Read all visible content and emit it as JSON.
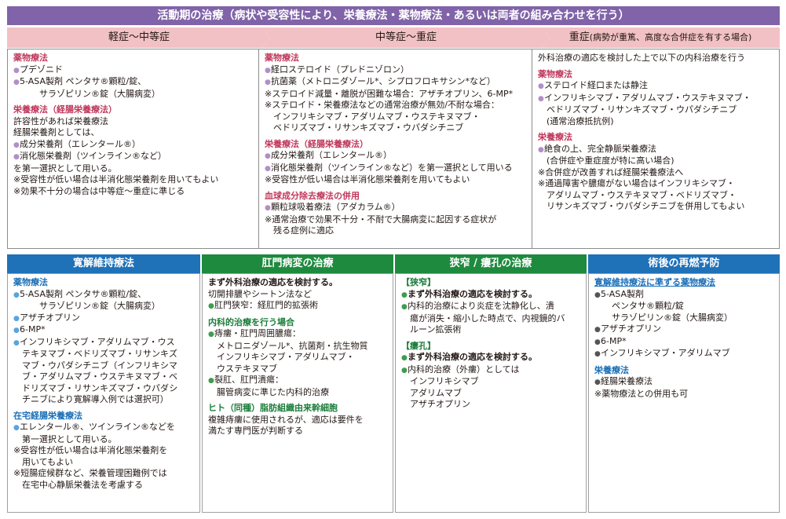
{
  "banner": "活動期の治療（病状や受容性により、栄養療法・薬物療法・あるいは両者の組み合わせを行う）",
  "severity": {
    "mild": "軽症〜中等症",
    "moderate": "中等症〜重症",
    "severe_main": "重症",
    "severe_note": "(病勢が重篤、高度な合併症を有する場合)"
  },
  "boxes": {
    "mild": [
      {
        "t": "薬物療法",
        "s": "head pink"
      },
      {
        "t": "プデゾニド",
        "b": "p"
      },
      {
        "t": "5-ASA製剤 ペンタサ®顆粒/錠、",
        "b": "p"
      },
      {
        "t": "　　　サラゾピリン®錠（大腸病変）"
      },
      {
        "gap": true
      },
      {
        "t": "栄養療法（経腸栄養療法）",
        "s": "head pink"
      },
      {
        "t": "許容性があれば栄養療法"
      },
      {
        "t": "経腸栄養剤としては、"
      },
      {
        "t": "成分栄養剤（エレンタール®）",
        "b": "p"
      },
      {
        "t": "消化態栄養剤（ツインライン®など）",
        "b": "p"
      },
      {
        "t": "を第一選択として用いる。"
      },
      {
        "t": "※受容性が低い場合は半消化態栄養剤を用いてもよい"
      },
      {
        "t": "※効果不十分の場合は中等症〜重症に準じる"
      }
    ],
    "moderate": [
      {
        "t": "薬物療法",
        "s": "head pink"
      },
      {
        "t": "経口ステロイド（プレドニゾロン）",
        "b": "p"
      },
      {
        "t": "抗菌薬（メトロニダゾール*、シプロフロキサシン*など）",
        "b": "p"
      },
      {
        "t": "※ステロイド減量・離脱が困難な場合：アザチオプリン、6-MP*"
      },
      {
        "t": "※ステロイド・栄養療法などの通常治療が無効/不耐な場合："
      },
      {
        "t": "　インフリキシマブ・アダリムマブ・ウステキヌマブ・"
      },
      {
        "t": "　ベドリズマブ・リサンキズマブ・ウパダシチニブ"
      },
      {
        "gap": true
      },
      {
        "t": "栄養療法（経腸栄養療法）",
        "s": "head pink"
      },
      {
        "t": "成分栄養剤（エレンタール®）",
        "b": "p"
      },
      {
        "t": "消化態栄養剤（ツインライン®など）を第一選択として用いる",
        "b": "p"
      },
      {
        "t": "※受容性が低い場合は半消化態栄養剤を用いてもよい"
      },
      {
        "gap": true
      },
      {
        "t": "血球成分除去療法の併用",
        "s": "head pink"
      },
      {
        "t": "顆粒球吸着療法（アダカラム®）",
        "b": "p"
      },
      {
        "t": "※通常治療で効果不十分・不耐で大腸病変に起因する症状が"
      },
      {
        "t": "　残る症例に適応"
      }
    ],
    "severe": [
      {
        "t": "外科治療の適応を検討した上で以下の内科治療を行う"
      },
      {
        "gap": true
      },
      {
        "t": "薬物療法",
        "s": "head pink"
      },
      {
        "t": "ステロイド経口または静注",
        "b": "p"
      },
      {
        "t": "インフリキシマブ・アダリムマブ・ウステキヌマブ・",
        "b": "p"
      },
      {
        "t": "　ベドリズマブ・リサンキズマブ・ウパダシチニブ"
      },
      {
        "t": "　(通常治療抵抗例)"
      },
      {
        "gap": true
      },
      {
        "t": "栄養療法",
        "s": "head pink"
      },
      {
        "t": "絶食の上、完全静脈栄養療法",
        "b": "p"
      },
      {
        "t": "　(合併症や重症度が特に高い場合)"
      },
      {
        "t": "※合併症が改善すれば経腸栄養療法へ"
      },
      {
        "t": "※通過障害や膿瘍がない場合はインフリキシマブ・"
      },
      {
        "t": "　アダリムマブ・ウステキヌマブ・ベドリズマブ・"
      },
      {
        "t": "　リサンキズマブ・ウパダシチニブを併用してもよい"
      }
    ]
  },
  "bottom_headers": [
    "寛解維持療法",
    "肛門病変の治療",
    "狭窄 / 瘻孔の治療",
    "術後の再燃予防"
  ],
  "bottom": {
    "maintenance": [
      {
        "t": "薬物療法",
        "s": "head blue"
      },
      {
        "t": "5-ASA製剤 ペンタサ®顆粒/錠、",
        "b": "b"
      },
      {
        "t": "　　　サラゾピリン®錠（大腸病変）"
      },
      {
        "t": "アザチオプリン",
        "b": "b"
      },
      {
        "t": "6-MP*",
        "b": "b"
      },
      {
        "t": "インフリキシマブ・アダリムマブ・ウス",
        "b": "b"
      },
      {
        "t": "　テキヌマブ・ベドリズマブ・リサンキズ"
      },
      {
        "t": "　マブ・ウパダシチニブ（インフリキシマ"
      },
      {
        "t": "　ブ・アダリムマブ・ウステキヌマブ・ベ"
      },
      {
        "t": "　ドリズマブ・リサンキズマブ・ウパダシ"
      },
      {
        "t": "　チニブにより寛解導入例では選択可）"
      },
      {
        "gap": true
      },
      {
        "t": "在宅経腸栄養療法",
        "s": "head blue"
      },
      {
        "t": "エレンタール®、ツインライン®などを",
        "b": "b"
      },
      {
        "t": "　第一選択として用いる。"
      },
      {
        "t": "※受容性が低い場合は半消化態栄養剤を"
      },
      {
        "t": "　用いてもよい"
      },
      {
        "t": "※短腸症候群など、栄養管理困難例では"
      },
      {
        "t": "　在宅中心静脈栄養法を考慮する"
      }
    ],
    "anal": [
      {
        "t": "まず外科治療の適応を検討する。",
        "s": "head"
      },
      {
        "t": "切開排膿やシートン法など"
      },
      {
        "t": "肛門狭窄：経肛門的拡張術",
        "b": "g"
      },
      {
        "gap": true
      },
      {
        "t": "内科的治療を行う場合",
        "s": "head green"
      },
      {
        "t": "痔瘻・肛門周囲膿瘍：",
        "b": "g"
      },
      {
        "t": "　メトロニダゾール*、抗菌剤・抗生物質"
      },
      {
        "t": "　インフリキシマブ・アダリムマブ・"
      },
      {
        "t": "　ウステキヌマブ"
      },
      {
        "t": "裂肛、肛門潰瘍：",
        "b": "g"
      },
      {
        "t": "　腸管病変に準じた内科的治療"
      },
      {
        "gap": true
      },
      {
        "t": "ヒト（同種）脂肪組織由来幹細胞",
        "s": "head green"
      },
      {
        "t": "複雑痔瘻に使用されるが、適応は要件を"
      },
      {
        "t": "満たす専門医が判断する"
      }
    ],
    "stricture": [
      {
        "t": "【狭窄】",
        "s": "head green"
      },
      {
        "t": "まず外科治療の適応を検討する。",
        "b": "g",
        "s": "head"
      },
      {
        "t": "内科的治療により炎症を沈静化し、潰",
        "b": "g"
      },
      {
        "t": "　瘍が消失・縮小した時点で、内視鏡的バ"
      },
      {
        "t": "　ルーン拡張術"
      },
      {
        "gap": true
      },
      {
        "t": "【瘻孔】",
        "s": "head green"
      },
      {
        "t": "まず外科治療の適応を検討する。",
        "b": "g",
        "s": "head"
      },
      {
        "t": "内科的治療（外瘻）としては",
        "b": "g"
      },
      {
        "t": "　インフリキシマブ"
      },
      {
        "t": "　アダリムマブ"
      },
      {
        "t": "　アザチオプリン"
      }
    ],
    "postop": [
      {
        "t": "寛解維持療法に準ずる薬物療法",
        "s": "head blue ul"
      },
      {
        "t": "5-ASA製剤",
        "b": "k"
      },
      {
        "t": "　　ペンタサ®顆粒/錠"
      },
      {
        "t": "　　サラゾピリン®錠（大腸病変）"
      },
      {
        "t": "アザチオプリン",
        "b": "k"
      },
      {
        "t": "6-MP*",
        "b": "k"
      },
      {
        "t": "インフリキシマブ・アダリムマブ",
        "b": "k"
      },
      {
        "gap": true
      },
      {
        "t": "栄養療法",
        "s": "head blue"
      },
      {
        "t": "経腸栄養療法",
        "b": "k"
      },
      {
        "t": "※薬物療法との併用も可"
      }
    ]
  }
}
